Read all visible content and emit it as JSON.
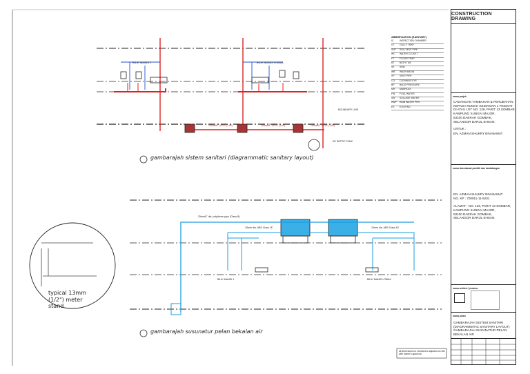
{
  "title_block": {
    "header": "CONSTRUCTION DRAWING",
    "project_label": "nama projek",
    "project_lines": [
      "CADANGAN TAMBAHAN & PERUBAHAN",
      "KEPADA RUMAH KEDIAMAN 1 TINGKAT",
      "DI ATAS LOT NO. 128, PARIT 13 SOMBAR,",
      "KAMPUNG SUNGAI MAJOR,",
      "53100 DAERAH GOMBAK,",
      "SELANGOR DARUL EHSAN."
    ],
    "for_label": "UNTUK :",
    "client": "EN. AZMAN SHUKRY BIN MAMAT",
    "owner_label": "nama dan alamat pemilik dan tandatangan",
    "owner_lines": [
      "EN. AZMAN SHUKRY BIN MAMAT",
      "NO. KP : 700911-11-5201",
      "",
      "ALAMAT : NO. 128, PARIT 13 SOMBAR,",
      "KAMPUNG SUNGAI MAJOR,",
      "53100 DAERAH GOMBAK,",
      "SELANGOR DARUL EHSAN."
    ],
    "architect_label": "nama arkitek / jurutera",
    "drawing_label": "nama pelan",
    "drawing_lines": [
      "GAMBARAJAH SISTEM SANITARI",
      "(DIAGRAMMATIC SANITARY LAYOUT)",
      "GAMBARAJAH SUSUNATUR PELAN",
      "BEKALAN AIR"
    ]
  },
  "legend": {
    "title": "ABBREVIATION (SANITARY)",
    "rows": [
      [
        "IC",
        "INSPECTION CHAMBER"
      ],
      [
        "GT",
        "GULLY TRAP"
      ],
      [
        "SVP",
        "SOIL VENT PIPE"
      ],
      [
        "WC",
        "WATER CLOSET"
      ],
      [
        "FT",
        "FLOOR TRAP"
      ],
      [
        "BT",
        "BATH TUB"
      ],
      [
        "SK",
        "SINK"
      ],
      [
        "WB",
        "WASH BASIN"
      ],
      [
        "VP",
        "VENT PIPE"
      ],
      [
        "CO",
        "CLEANING EYE"
      ],
      [
        "BP",
        "BACK PRESSURE"
      ],
      [
        "MH",
        "MANHOLE"
      ],
      [
        "FW",
        "FOUL WATER"
      ],
      [
        "SW",
        "SULLAGE WATER"
      ],
      [
        "RWP",
        "RAIN WATER PIPE"
      ],
      [
        "EX",
        "EXISTING"
      ]
    ]
  },
  "sanitary": {
    "heading": "gambarajah sistem sanitari (diagrammatic sanitary layout)",
    "room_left": "BILIK MANDI 1",
    "room_right": "BILIK MANDI UTAMA",
    "boundary": "BOUNDARY LINE",
    "pipe_labels": [
      "100mmÃ˜ UPVC (1:60)",
      "100mmÃ˜ UPVC (1:60)",
      "100mmÃ˜ UPVC (1:60)"
    ],
    "chamber_label": "IC",
    "septic": "KE SEPTIC TANK"
  },
  "water": {
    "heading": "gambarajah susunatur pelan bekalan air",
    "supply_main": "25mmÃ˜ dia. polythene pipe (Class B)",
    "branch_left": "15mm dia. ABS Class 1E",
    "branch_right": "15mm dia. ABS Class 1E",
    "room_left": "BILIK MANDI 1",
    "room_right": "BILIK MANDI UTAMA",
    "meter_caption": "typical 13mm (1/2\") meter stand"
  },
  "note": "all dimensions to checked & adjusted on site with owner's approval"
}
